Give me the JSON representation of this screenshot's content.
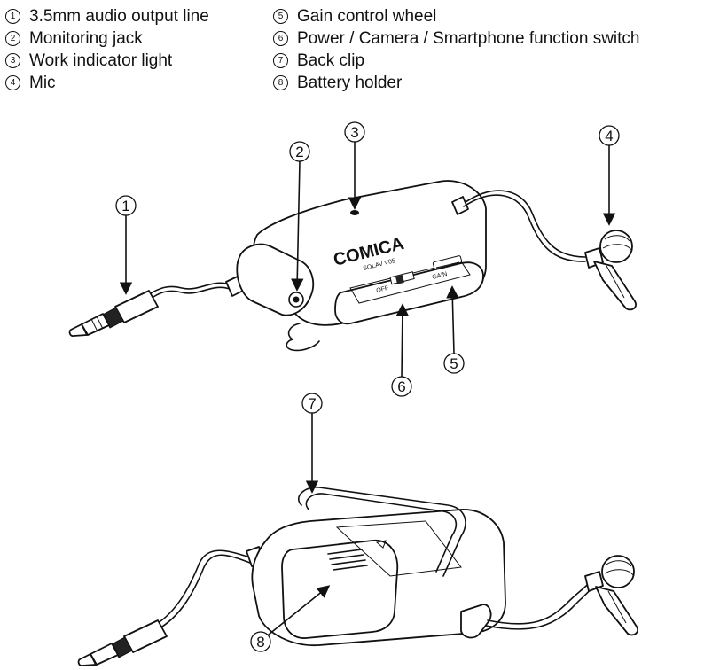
{
  "legend": {
    "left": [
      {
        "num": "1",
        "text": "3.5mm audio output line"
      },
      {
        "num": "2",
        "text": "Monitoring jack"
      },
      {
        "num": "3",
        "text": "Work indicator light"
      },
      {
        "num": "4",
        "text": "Mic"
      }
    ],
    "right": [
      {
        "num": "5",
        "text": "Gain control wheel"
      },
      {
        "num": "6",
        "text": "Power / Camera / Smartphone function switch"
      },
      {
        "num": "7",
        "text": "Back clip"
      },
      {
        "num": "8",
        "text": "Battery holder"
      }
    ]
  },
  "device": {
    "brand": "COMICA",
    "model": "SOLAV V05",
    "switch_label": "OFF",
    "gain_label": "GAIN"
  },
  "callouts": {
    "c1": "1",
    "c2": "2",
    "c3": "3",
    "c4": "4",
    "c5": "5",
    "c6": "6",
    "c7": "7",
    "c8": "8"
  }
}
